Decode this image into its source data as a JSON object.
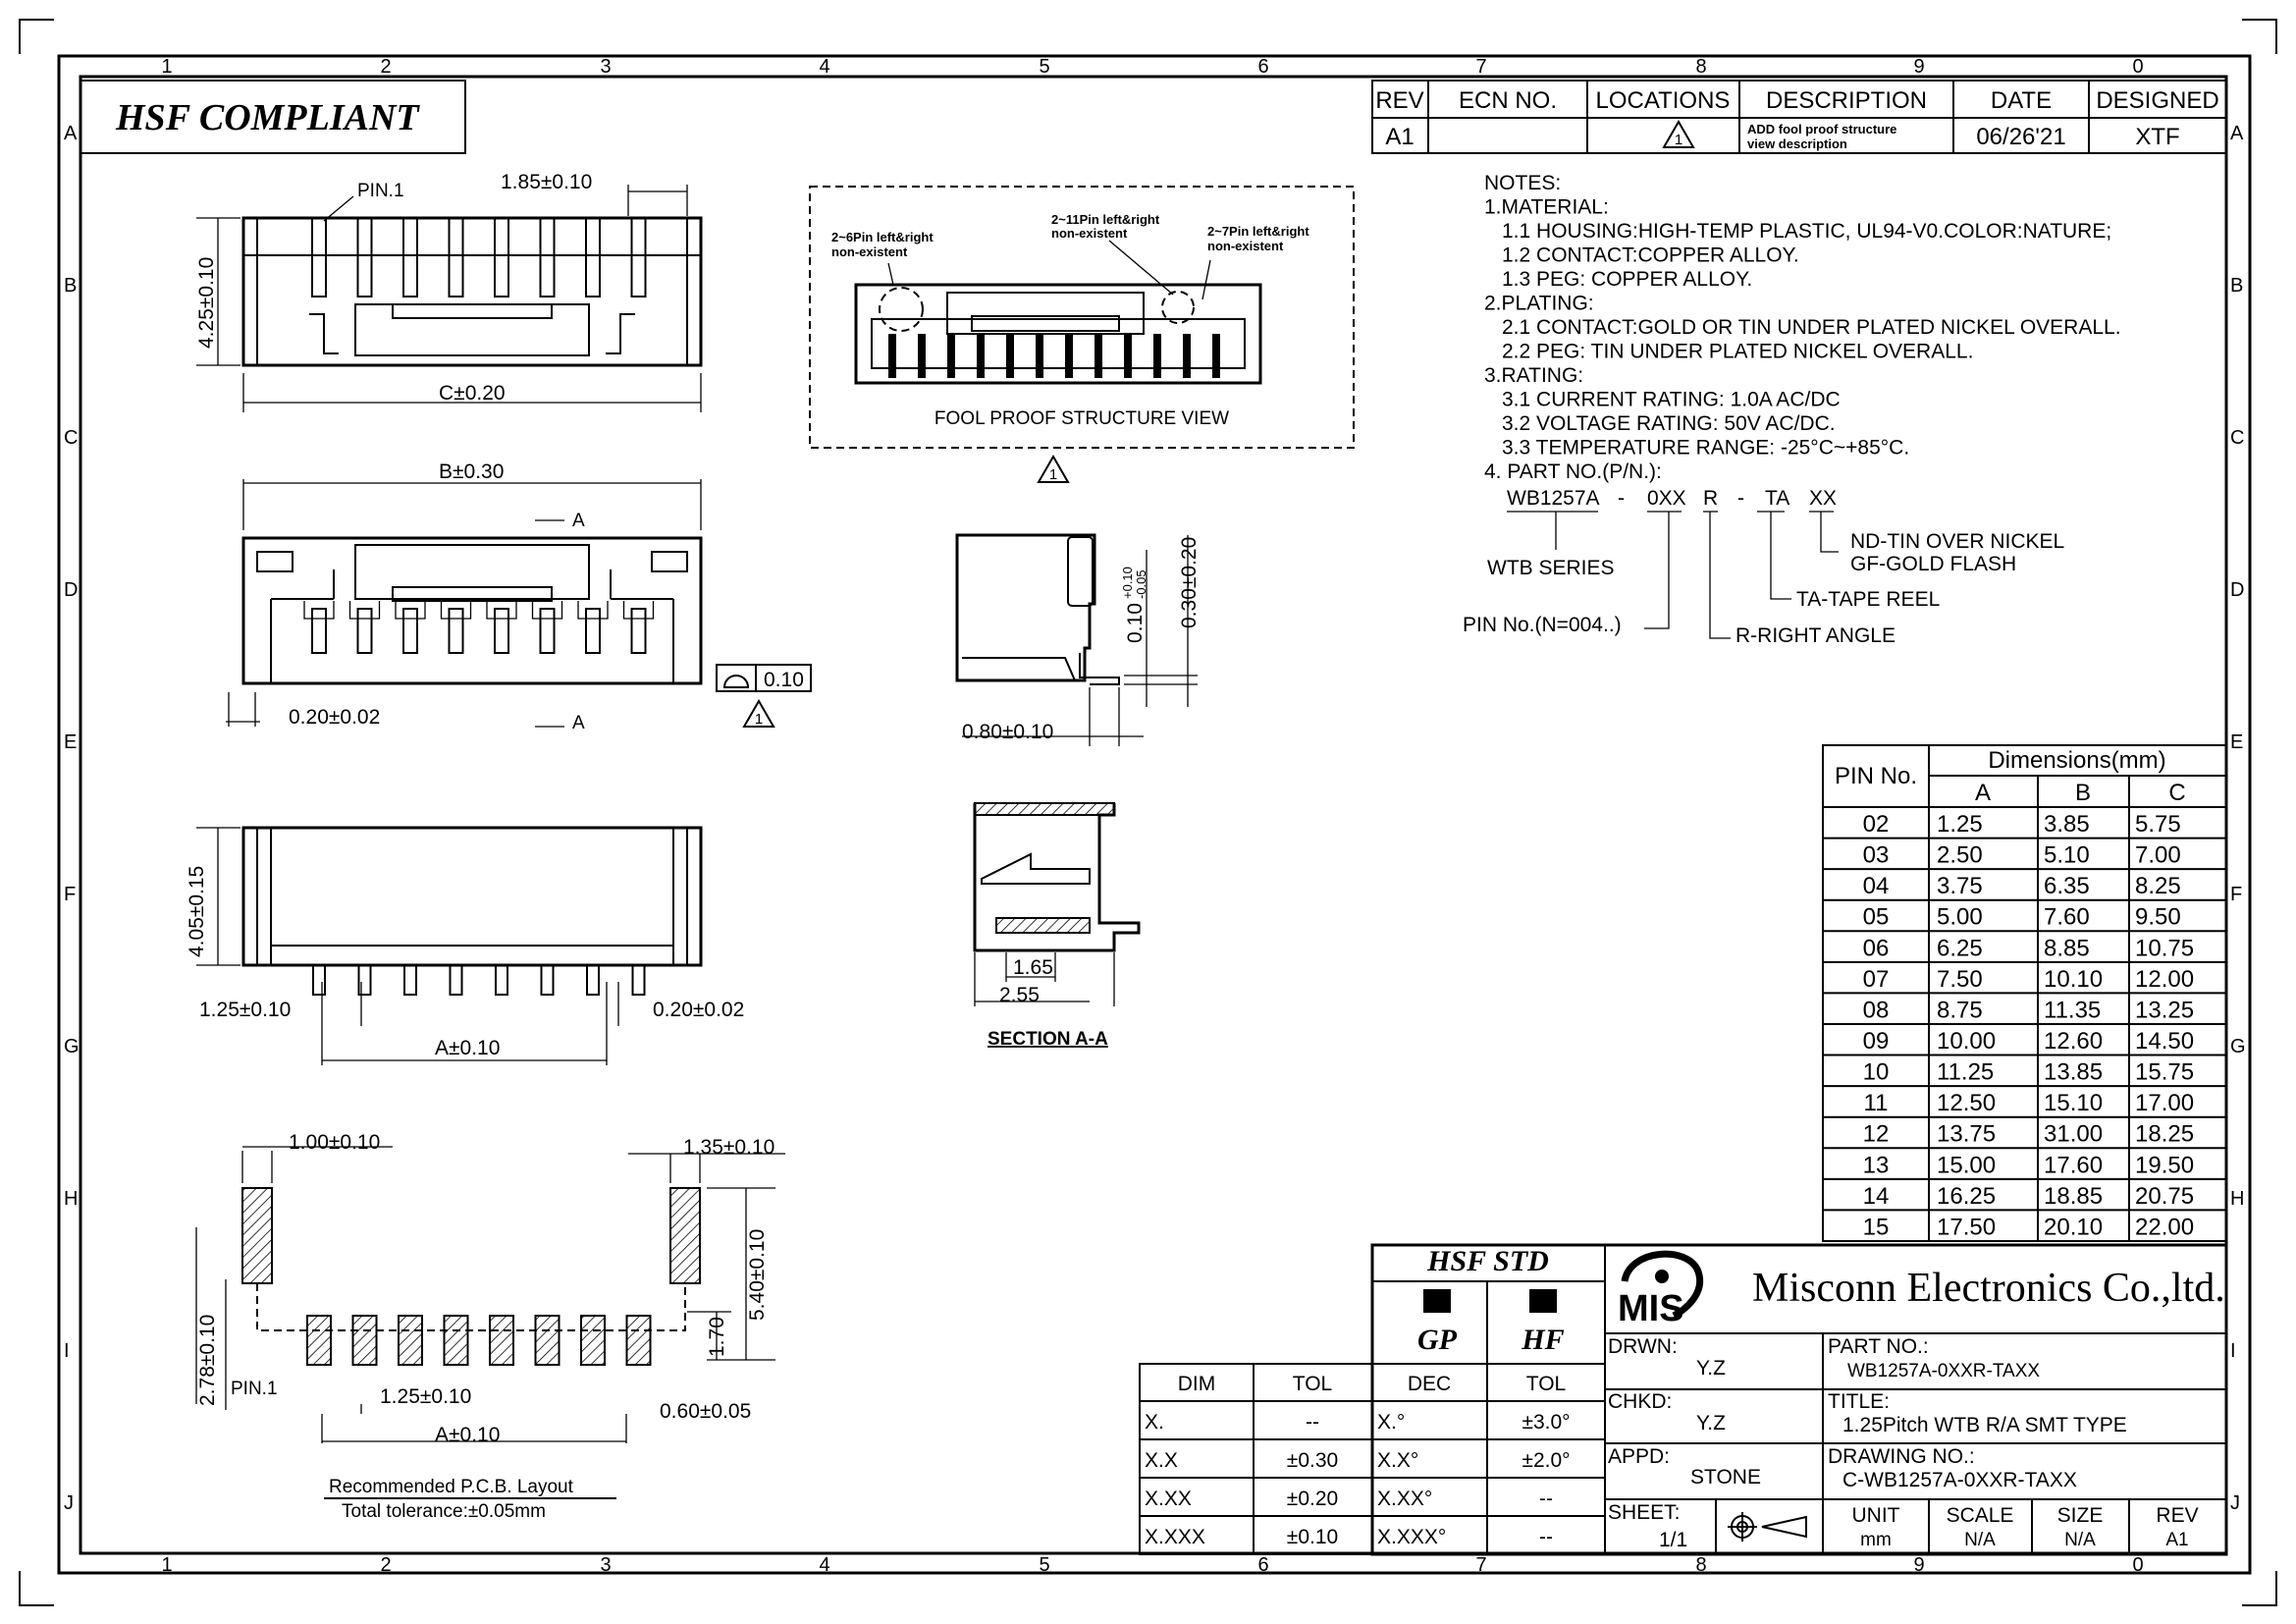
{
  "frame": {
    "columns": [
      "1",
      "2",
      "3",
      "4",
      "5",
      "6",
      "7",
      "8",
      "9",
      "0"
    ],
    "rows": [
      "A",
      "B",
      "C",
      "D",
      "E",
      "F",
      "G",
      "H",
      "I",
      "J"
    ]
  },
  "compliance_label": "HSF COMPLIANT",
  "revision_table": {
    "headers": [
      "REV",
      "ECN NO.",
      "LOCATIONS",
      "DESCRIPTION",
      "DATE",
      "DESIGNED"
    ],
    "row": {
      "rev": "A1",
      "ecn": "",
      "location": "1",
      "description_line1": "ADD fool proof structure",
      "description_line2": "view description",
      "date": "06/26'21",
      "designed": "XTF"
    }
  },
  "notes": [
    {
      "text": "NOTES:",
      "indent": 0
    },
    {
      "text": "1.MATERIAL:",
      "indent": 0
    },
    {
      "text": "1.1  HOUSING:HIGH-TEMP  PLASTIC,  UL94-V0.COLOR:NATURE;",
      "indent": 1
    },
    {
      "text": "1.2  CONTACT:COPPER  ALLOY.",
      "indent": 1
    },
    {
      "text": "1.3  PEG:  COPPER  ALLOY.",
      "indent": 1
    },
    {
      "text": "2.PLATING:",
      "indent": 0
    },
    {
      "text": "2.1  CONTACT:GOLD  OR  TIN  UNDER  PLATED  NICKEL  OVERALL.",
      "indent": 1
    },
    {
      "text": "2.2  PEG:  TIN  UNDER  PLATED  NICKEL  OVERALL.",
      "indent": 1
    },
    {
      "text": "3.RATING:",
      "indent": 0
    },
    {
      "text": "3.1  CURRENT  RATING:  1.0A  AC/DC",
      "indent": 1
    },
    {
      "text": "3.2  VOLTAGE  RATING:  50V  AC/DC.",
      "indent": 1
    },
    {
      "text": "3.3  TEMPERATURE  RANGE:  -25°C~+85°C.",
      "indent": 1
    },
    {
      "text": "4.  PART  NO.(P/N.):",
      "indent": 0
    }
  ],
  "part_number_breakdown": {
    "series_code": "WB1257A",
    "pin_code": "0XX",
    "angle_code": "R",
    "pack_code": "TA",
    "plating_code": "XX",
    "dash": "-",
    "series_label": "WTB  SERIES",
    "pin_label": "PIN  No.(N=004..)",
    "angle_label": "R-RIGHT  ANGLE",
    "pack_label": "TA-TAPE  REEL",
    "plating_label_1": "ND-TIN  OVER  NICKEL",
    "plating_label_2": "GF-GOLD  FLASH"
  },
  "dimension_table": {
    "pin_header": "PIN  No.",
    "group_header": "Dimensions(mm)",
    "columns": [
      "A",
      "B",
      "C"
    ],
    "rows": [
      [
        "02",
        "1.25",
        "3.85",
        "5.75"
      ],
      [
        "03",
        "2.50",
        "5.10",
        "7.00"
      ],
      [
        "04",
        "3.75",
        "6.35",
        "8.25"
      ],
      [
        "05",
        "5.00",
        "7.60",
        "9.50"
      ],
      [
        "06",
        "6.25",
        "8.85",
        "10.75"
      ],
      [
        "07",
        "7.50",
        "10.10",
        "12.00"
      ],
      [
        "08",
        "8.75",
        "11.35",
        "13.25"
      ],
      [
        "09",
        "10.00",
        "12.60",
        "14.50"
      ],
      [
        "10",
        "11.25",
        "13.85",
        "15.75"
      ],
      [
        "11",
        "12.50",
        "15.10",
        "17.00"
      ],
      [
        "12",
        "13.75",
        "31.00",
        "18.25"
      ],
      [
        "13",
        "15.00",
        "17.60",
        "19.50"
      ],
      [
        "14",
        "16.25",
        "18.85",
        "20.75"
      ],
      [
        "15",
        "17.50",
        "20.10",
        "22.00"
      ]
    ]
  },
  "views": {
    "top": {
      "pin1": "PIN.1",
      "pitch_offset": "1.85±0.10",
      "height": "4.25±0.10",
      "width": "C±0.20"
    },
    "front": {
      "width": "B±0.30",
      "section_a_top": "A",
      "section_a_bottom": "A",
      "pin_width": "0.20±0.02",
      "flatness": "0.10",
      "rev_marker": "1"
    },
    "fool_proof": {
      "note1_a": "2~6Pin  left&right",
      "note1_b": "non-existent",
      "note2_a": "2~11Pin  left&right",
      "note2_b": "non-existent",
      "note3_a": "2~7Pin  left&right",
      "note3_b": "non-existent",
      "caption": "FOOL  PROOF  STRUCTURE  VIEW",
      "rev_marker": "1"
    },
    "side": {
      "coplanarity_main": "0.10",
      "coplanarity_plus": "+0.10",
      "coplanarity_minus": "-0.05",
      "standoff": "0.30±0.20",
      "lead_length": "0.80±0.10"
    },
    "bottom": {
      "height": "4.05±0.15",
      "pitch": "1.25±0.10",
      "pin_width": "0.20±0.02",
      "span": "A±0.10"
    },
    "section": {
      "dim1": "1.65",
      "dim2": "2.55",
      "caption": "SECTION  A-A"
    },
    "pcb": {
      "peg_left": "1.00±0.10",
      "peg_right": "1.35±0.10",
      "total_height": "5.40±0.10",
      "pad_length": "1.70",
      "offset": "2.78±0.10",
      "pin1": "PIN.1",
      "pitch": "1.25±0.10",
      "pad_width": "0.60±0.05",
      "span": "A±0.10",
      "caption": "Recommended  P.C.B.  Layout",
      "tolerance": "Total  tolerance:±0.05mm"
    }
  },
  "title_block": {
    "hsf_std": "HSF  STD",
    "gp": "GP",
    "hf": "HF",
    "tol_headers": [
      "DIM",
      "TOL",
      "DEC",
      "TOL"
    ],
    "tol_rows": [
      [
        "X.",
        "--",
        "X.°",
        "±3.0°"
      ],
      [
        "X.X",
        "±0.30",
        "X.X°",
        "±2.0°"
      ],
      [
        "X.XX",
        "±0.20",
        "X.XX°",
        "--"
      ],
      [
        "X.XXX",
        "±0.10",
        "X.XXX°",
        "--"
      ]
    ],
    "logo": "MIS",
    "company": "Misconn Electronics Co.,ltd.",
    "drawn_label": "DRWN:",
    "drawn": "Y.Z",
    "checked_label": "CHKD:",
    "checked": "Y.Z",
    "approved_label": "APPD:",
    "approved": "STONE",
    "part_no_label": "PART  NO.:",
    "part_no": "WB1257A-0XXR-TAXX",
    "title_label": "TITLE:",
    "title": "1.25Pitch  WTB  R/A  SMT  TYPE",
    "drawing_no_label": "DRAWING  NO.:",
    "drawing_no": "C-WB1257A-0XXR-TAXX",
    "sheet_label": "SHEET:",
    "sheet": "1/1",
    "unit_label": "UNIT",
    "unit": "mm",
    "scale_label": "SCALE",
    "scale": "N/A",
    "size_label": "SIZE",
    "size": "N/A",
    "rev_label": "REV",
    "rev": "A1"
  }
}
